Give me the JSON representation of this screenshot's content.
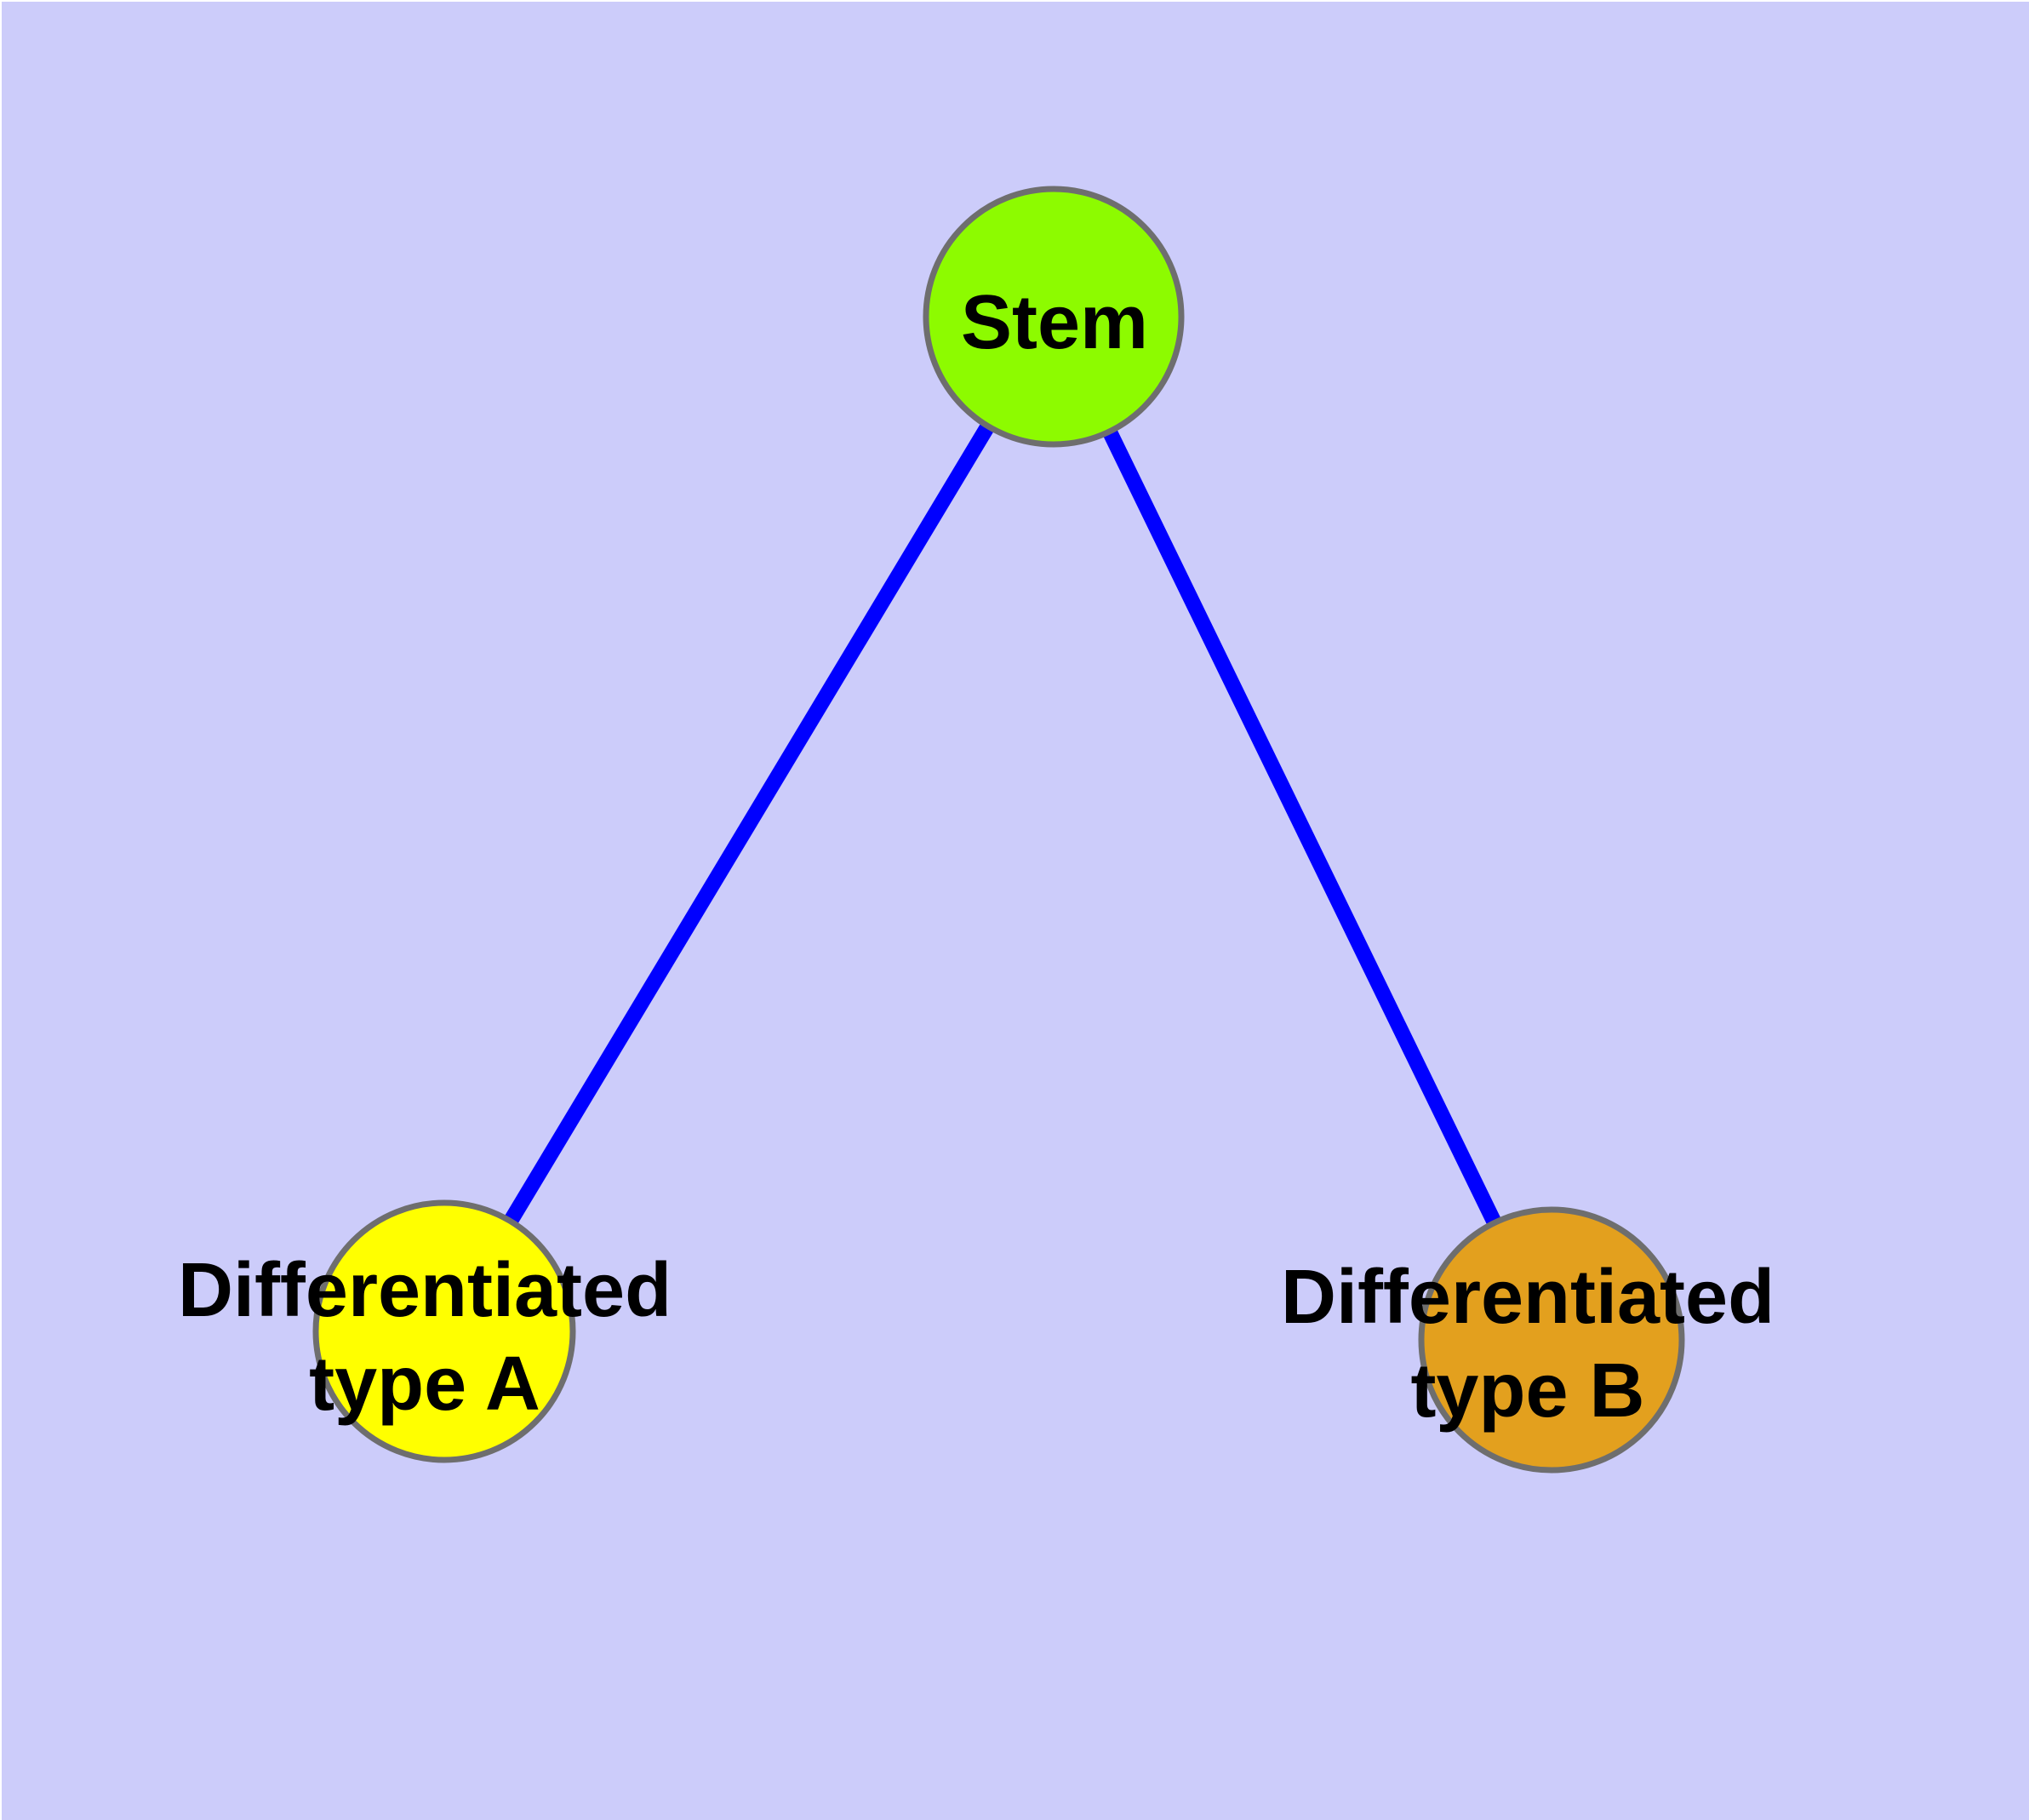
{
  "canvas": {
    "background_color": "#CCCCFA",
    "edge_color": "#0000FF",
    "node_border_color": "#6E6E6E",
    "text_color": "#000000"
  },
  "nodes": {
    "stem": {
      "label": "Stem",
      "fill": "#8DFB00"
    },
    "type_a": {
      "label_line1": "Differentiated",
      "label_line2": "type A",
      "fill": "#FFFF00"
    },
    "type_b": {
      "label_line1": "Differentiated",
      "label_line2": "type B",
      "fill": "#E3A01E"
    }
  },
  "edges": [
    {
      "from": "Stem",
      "to": "Differentiated type A"
    },
    {
      "from": "Stem",
      "to": "Differentiated type B"
    }
  ]
}
